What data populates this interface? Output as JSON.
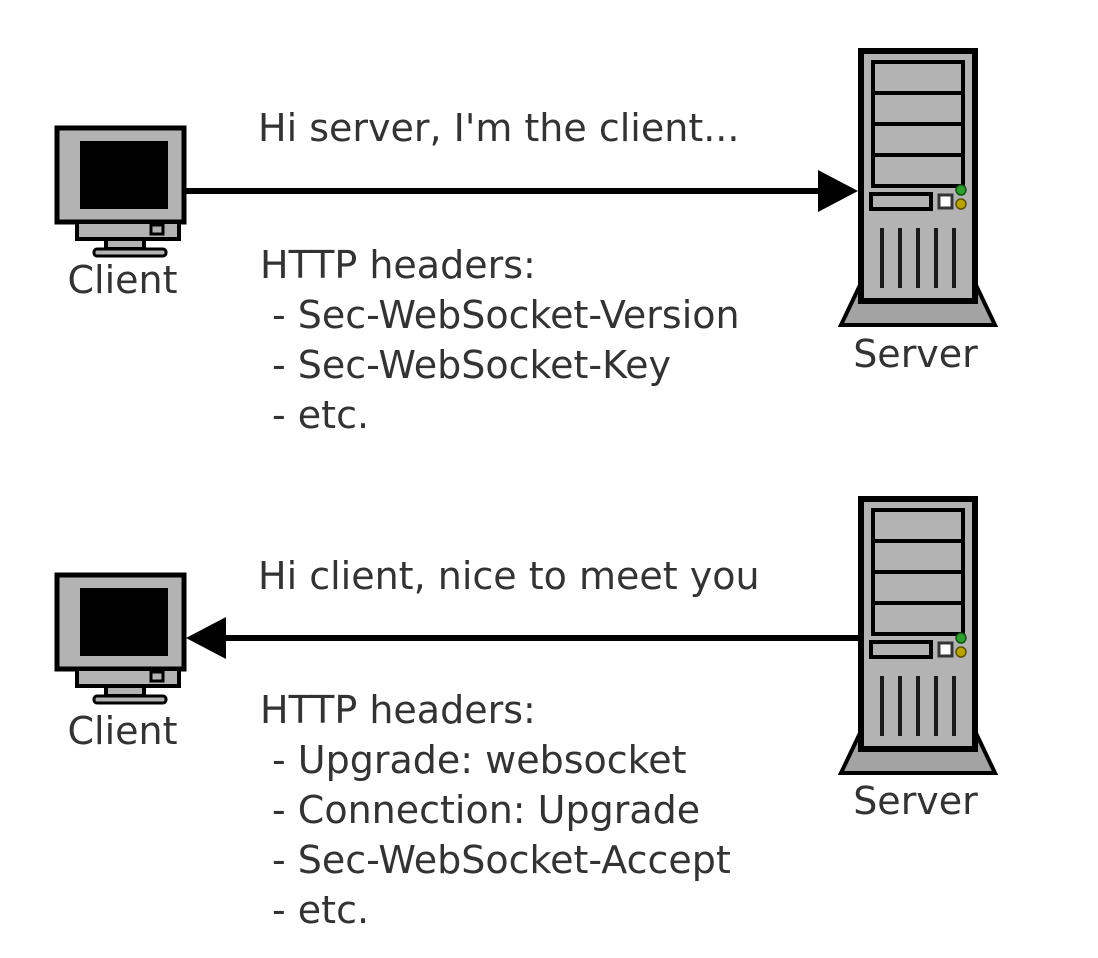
{
  "diagram": {
    "kind": "websocket-handshake",
    "background": "#ffffff",
    "text_color": "#333333",
    "icon_colors": {
      "body_gray": "#b3b3b3",
      "base_gray": "#a3a3a3",
      "outline": "#000000",
      "screen_black": "#000000",
      "led_green": "#2e9e2e",
      "led_yellow": "#b8a400",
      "button_white": "#ffffff",
      "arrow_black": "#000000"
    },
    "exchanges": [
      {
        "message": "Hi server, I'm the client...",
        "arrow_direction": "right",
        "from": "Client",
        "to": "Server",
        "client_label": "Client",
        "server_label": "Server",
        "headers_title": "HTTP headers:",
        "headers": [
          "- Sec-WebSocket-Version",
          "- Sec-WebSocket-Key",
          "- etc."
        ]
      },
      {
        "message": "Hi client, nice to meet you",
        "arrow_direction": "left",
        "from": "Server",
        "to": "Client",
        "client_label": "Client",
        "server_label": "Server",
        "headers_title": "HTTP headers:",
        "headers": [
          "- Upgrade: websocket",
          "- Connection: Upgrade",
          "- Sec-WebSocket-Accept",
          "- etc."
        ]
      }
    ]
  }
}
